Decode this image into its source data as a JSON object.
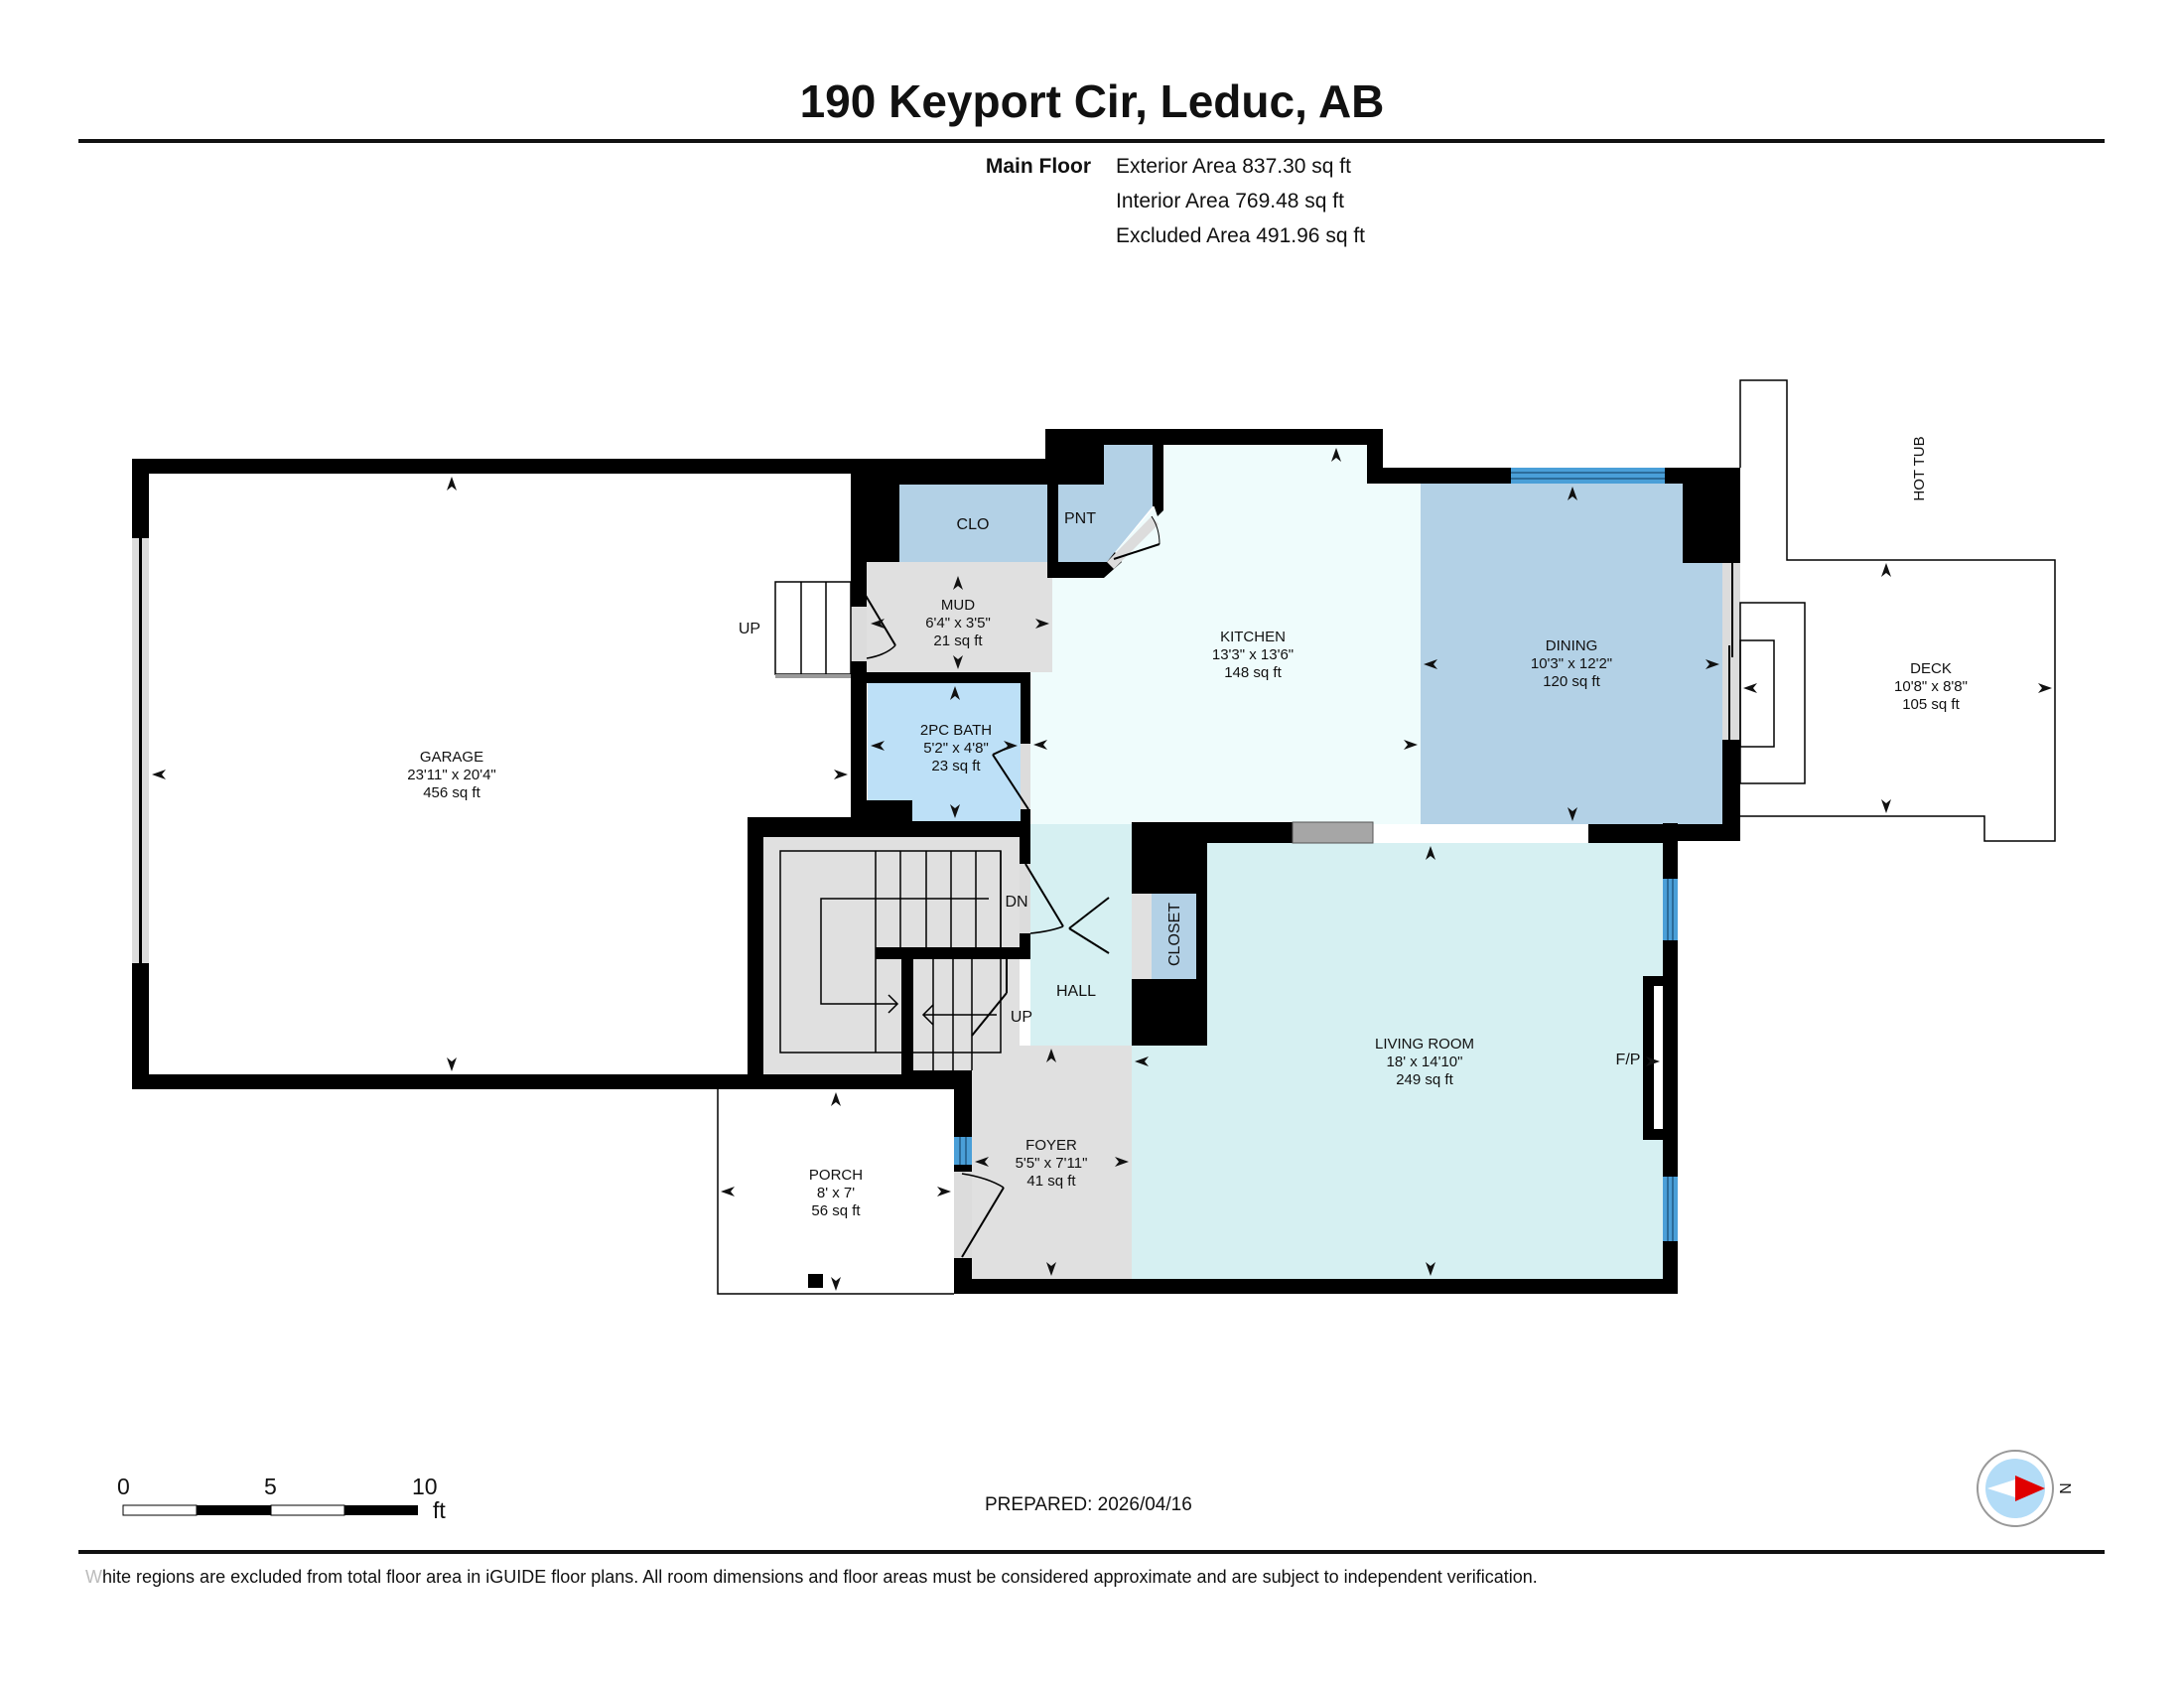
{
  "header": {
    "title": "190 Keyport Cir, Leduc, AB",
    "floor_label": "Main Floor",
    "areas": [
      "Exterior Area 837.30 sq ft",
      "Interior Area 769.48 sq ft",
      "Excluded Area 491.96 sq ft"
    ]
  },
  "rooms": {
    "garage": {
      "name": "GARAGE",
      "dims": "23'11\" x 20'4\"",
      "area": "456 sq ft"
    },
    "clo": {
      "name": "CLO"
    },
    "pnt": {
      "name": "PNT"
    },
    "mud": {
      "name": "MUD",
      "dims": "6'4\" x 3'5\"",
      "area": "21 sq ft"
    },
    "kitchen": {
      "name": "KITCHEN",
      "dims": "13'3\" x 13'6\"",
      "area": "148 sq ft"
    },
    "dining": {
      "name": "DINING",
      "dims": "10'3\" x 12'2\"",
      "area": "120 sq ft"
    },
    "deck": {
      "name": "DECK",
      "dims": "10'8\" x 8'8\"",
      "area": "105 sq ft"
    },
    "hot_tub": {
      "name": "HOT TUB"
    },
    "bath": {
      "name": "2PC BATH",
      "dims": "5'2\" x 4'8\"",
      "area": "23 sq ft"
    },
    "hall": {
      "name": "HALL"
    },
    "closet": {
      "name": "CLOSET"
    },
    "living": {
      "name": "LIVING ROOM",
      "dims": "18' x 14'10\"",
      "area": "249 sq ft"
    },
    "fireplace": {
      "name": "F/P"
    },
    "foyer": {
      "name": "FOYER",
      "dims": "5'5\" x 7'11\"",
      "area": "41 sq ft"
    },
    "porch": {
      "name": "PORCH",
      "dims": "8' x 7'",
      "area": "56 sq ft"
    }
  },
  "stair_labels": {
    "garage_up": "UP",
    "down": "DN",
    "up": "UP"
  },
  "scale_bar": {
    "ticks": [
      "0",
      "5",
      "10"
    ],
    "unit": "ft"
  },
  "prepared": "PREPARED: 2026/04/16",
  "compass": {
    "label": "N"
  },
  "footer": {
    "first_char": "W",
    "text": "hite regions are excluded from total floor area in iGUIDE floor plans. All room dimensions and floor areas must be considered approximate and are subject to independent verification."
  },
  "colors": {
    "wall": "#000000",
    "light_blue": "#b3d1e6",
    "bath_blue": "#bde0f7",
    "kitchen": "#effcfc",
    "living": "#d6f0f2",
    "grey": "#e0e0e0",
    "window": "#4a9fd8",
    "counter": "#a6a6a6",
    "compass_fill": "#b3dcf7",
    "compass_arrow": "#e00000"
  }
}
